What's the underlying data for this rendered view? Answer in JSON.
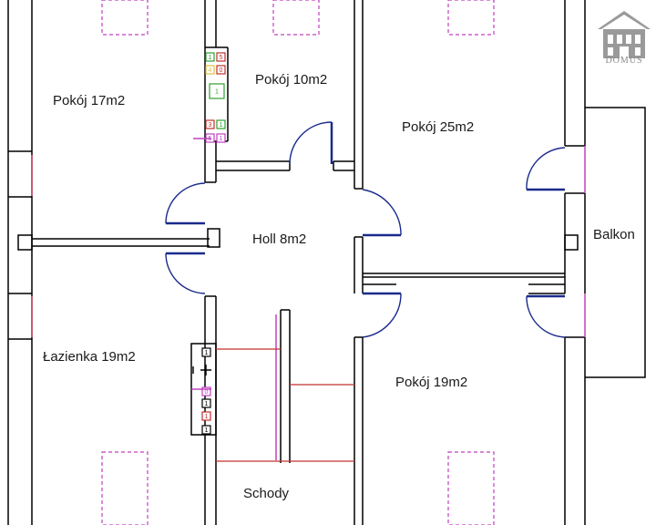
{
  "plan": {
    "rooms": [
      {
        "id": "pokoj-17",
        "label": "Pokój 17m2"
      },
      {
        "id": "pokoj-10",
        "label": "Pokój 10m2"
      },
      {
        "id": "pokoj-25",
        "label": "Pokój 25m2"
      },
      {
        "id": "holl",
        "label": "Holl 8m2"
      },
      {
        "id": "balkon",
        "label": "Balkon"
      },
      {
        "id": "lazienka",
        "label": "Łazienka 19m2"
      },
      {
        "id": "pokoj-19",
        "label": "Pokój 19m2"
      },
      {
        "id": "schody",
        "label": "Schody"
      }
    ],
    "outlet_marks": [
      "1",
      "5",
      "4",
      "0",
      "1",
      "3",
      "1",
      "5",
      "1",
      "1",
      "1",
      "1",
      "0",
      "1"
    ]
  },
  "logo": {
    "text": "DOMUS"
  },
  "colors": {
    "wall": "#000000",
    "door": "#1a2a8c",
    "skylight": "#c040c0",
    "stairs": "#c03030",
    "logo": "#9a9a9a"
  }
}
